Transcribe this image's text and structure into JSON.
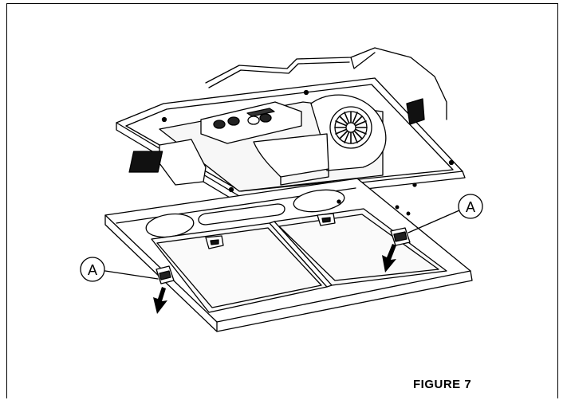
{
  "figure": {
    "caption": "FIGURE 7"
  },
  "callouts": [
    {
      "letter": "A"
    },
    {
      "letter": "A"
    }
  ],
  "colors": {
    "line": "#000000",
    "background": "#ffffff",
    "fill_light": "#f4f4f4",
    "fill_dark": "#111111"
  }
}
